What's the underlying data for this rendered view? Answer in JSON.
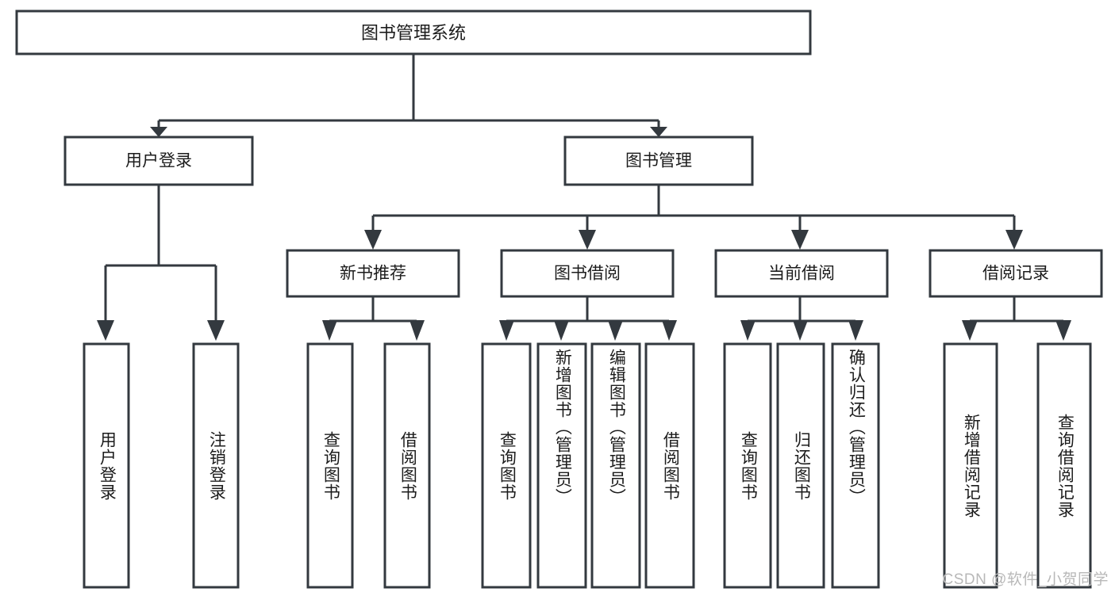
{
  "diagram": {
    "type": "tree",
    "title": "图书管理系统",
    "watermark": "CSDN @软件_小贺同学",
    "colors": {
      "stroke": "#33393f",
      "box_fill": "#ffffff",
      "text": "#1c1c1c",
      "watermark": "#b8b8b8",
      "background": "#ffffff"
    },
    "root": {
      "label": "图书管理系统"
    },
    "level2": [
      {
        "id": "user-login",
        "label": "用户登录"
      },
      {
        "id": "book-management",
        "label": "图书管理"
      }
    ],
    "level3": [
      {
        "id": "new-book-recommend",
        "label": "新书推荐",
        "parent": "book-management"
      },
      {
        "id": "book-borrow",
        "label": "图书借阅",
        "parent": "book-management"
      },
      {
        "id": "current-borrow",
        "label": "当前借阅",
        "parent": "book-management"
      },
      {
        "id": "borrow-record",
        "label": "借阅记录",
        "parent": "book-management"
      }
    ],
    "leaves": {
      "user-login": [
        {
          "id": "leaf-user-login",
          "label": "用户登录"
        },
        {
          "id": "leaf-user-logout",
          "label": "注销登录"
        }
      ],
      "new-book-recommend": [
        {
          "id": "leaf-query-book-1",
          "label": "查询图书"
        },
        {
          "id": "leaf-borrow-book-1",
          "label": "借阅图书"
        }
      ],
      "book-borrow": [
        {
          "id": "leaf-query-book-2",
          "label": "查询图书"
        },
        {
          "id": "leaf-add-book",
          "label": "新增图书（管理员）"
        },
        {
          "id": "leaf-edit-book",
          "label": "编辑图书（管理员）"
        },
        {
          "id": "leaf-borrow-book-2",
          "label": "借阅图书"
        }
      ],
      "current-borrow": [
        {
          "id": "leaf-query-book-3",
          "label": "查询图书"
        },
        {
          "id": "leaf-return-book",
          "label": "归还图书"
        },
        {
          "id": "leaf-confirm-return",
          "label": "确认归还（管理员）"
        }
      ],
      "borrow-record": [
        {
          "id": "leaf-add-record",
          "label": "新增借阅记录"
        },
        {
          "id": "leaf-query-record",
          "label": "查询借阅记录"
        }
      ]
    }
  }
}
